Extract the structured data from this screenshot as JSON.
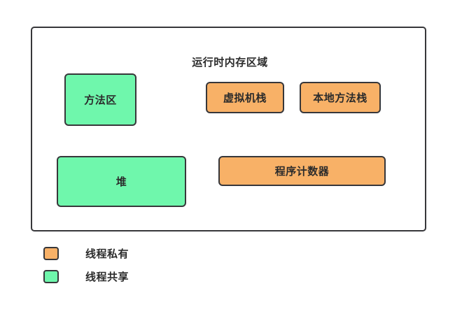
{
  "diagram": {
    "title": "运行时内存区域",
    "colors": {
      "thread_shared": "#6FF7AC",
      "thread_private": "#F8B167",
      "border": "#37373A",
      "text": "#2B2B2B",
      "background": "#FFFFFF"
    },
    "regions": [
      {
        "id": "method-area",
        "label": "方法区",
        "kind": "thread_shared"
      },
      {
        "id": "vm-stack",
        "label": "虚拟机栈",
        "kind": "thread_private"
      },
      {
        "id": "native-stack",
        "label": "本地方法栈",
        "kind": "thread_private"
      },
      {
        "id": "heap",
        "label": "堆",
        "kind": "thread_shared"
      },
      {
        "id": "pc-register",
        "label": "程序计数器",
        "kind": "thread_private"
      }
    ]
  },
  "legend": {
    "items": [
      {
        "id": "thread-private",
        "label": "线程私有",
        "color": "#F8B167"
      },
      {
        "id": "thread-shared",
        "label": "线程共享",
        "color": "#6FF7AC"
      }
    ]
  }
}
